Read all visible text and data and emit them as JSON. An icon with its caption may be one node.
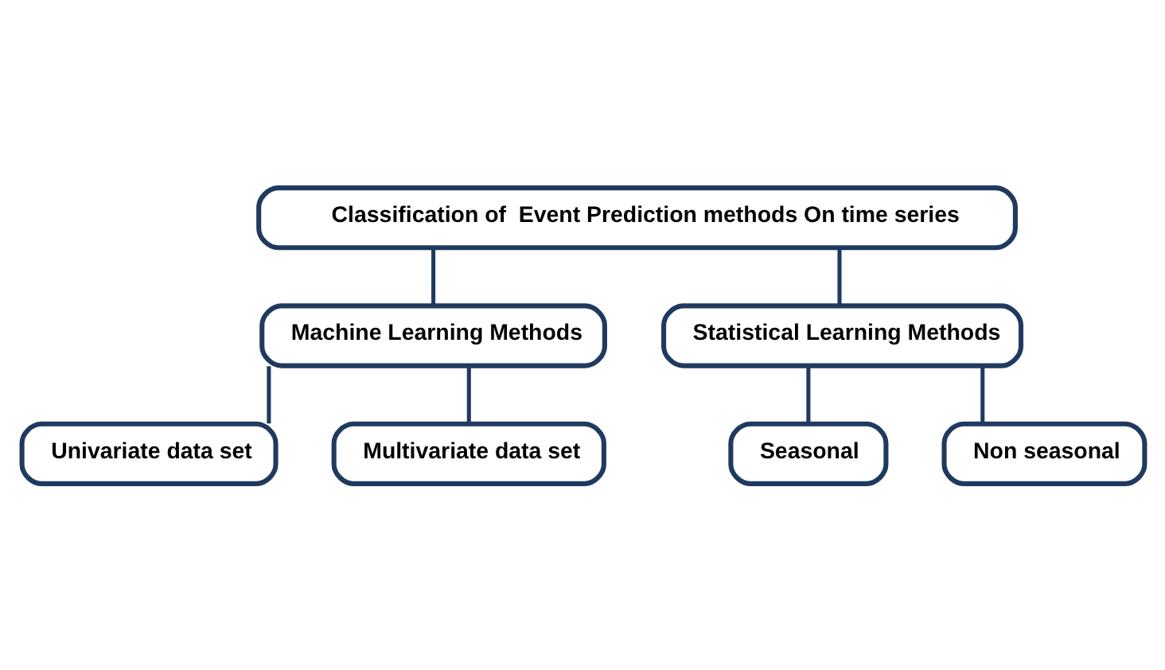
{
  "diagram": {
    "nodes": [
      {
        "text": [
          "Classification of  Event Prediction methods On time series"
        ]
      },
      {
        "text": [
          "Machine Learning Methods"
        ]
      },
      {
        "text": [
          "Statistical Learning Methods"
        ]
      },
      {
        "text": [
          "Univariate data set"
        ]
      },
      {
        "text": [
          "Multivariate data set"
        ]
      },
      {
        "text": [
          "Seasonal"
        ]
      },
      {
        "text": [
          "Non seasonal"
        ]
      }
    ],
    "edges": [
      {
        "from": 0,
        "to": 1,
        "arrow": "none"
      },
      {
        "from": 0,
        "to": 2,
        "arrow": "none"
      },
      {
        "from": 1,
        "to": 3,
        "arrow": "none"
      },
      {
        "from": 1,
        "to": 4,
        "arrow": "none"
      },
      {
        "from": 2,
        "to": 5,
        "arrow": "none"
      },
      {
        "from": 2,
        "to": 6,
        "arrow": "none"
      }
    ]
  }
}
